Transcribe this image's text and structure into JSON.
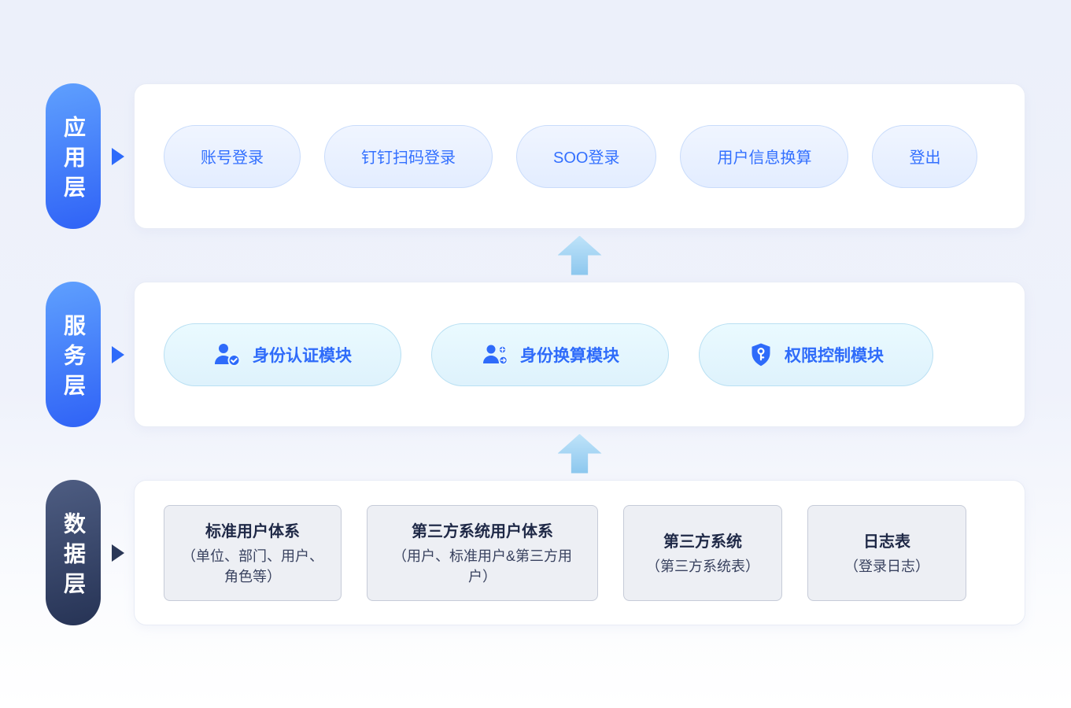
{
  "layers": {
    "app": {
      "label": "应用层",
      "pills": [
        "账号登录",
        "钉钉扫码登录",
        "SOO登录",
        "用户信息换算",
        "登出"
      ]
    },
    "service": {
      "label": "服务层",
      "modules": [
        {
          "label": "身份认证模块",
          "icon": "user-check-icon"
        },
        {
          "label": "身份换算模块",
          "icon": "users-convert-icon"
        },
        {
          "label": "权限控制模块",
          "icon": "shield-key-icon"
        }
      ]
    },
    "data": {
      "label": "数据层",
      "cards": [
        {
          "title": "标准用户体系",
          "subtitle": "（单位、部门、用户、角色等）"
        },
        {
          "title": "第三方系统用户体系",
          "subtitle": "（用户、标准用户&第三方用户）"
        },
        {
          "title": "第三方系统",
          "subtitle": "（第三方系统表）"
        },
        {
          "title": "日志表",
          "subtitle": "（登录日志）"
        }
      ]
    }
  },
  "colors": {
    "accent_blue": "#2e6bfa",
    "app_pill_text": "#3370ff",
    "layer_label_blue_top": "#5fa0fe",
    "layer_label_blue_bottom": "#2f62f6",
    "layer_label_navy_top": "#4e5d82",
    "layer_label_navy_bottom": "#263355",
    "flow_arrow": "#9ed0f2",
    "service_pill_bg": "#e4f5fd",
    "data_card_bg": "#edeff4",
    "background_top": "#ecf0fa",
    "background_bottom": "#ffffff"
  }
}
